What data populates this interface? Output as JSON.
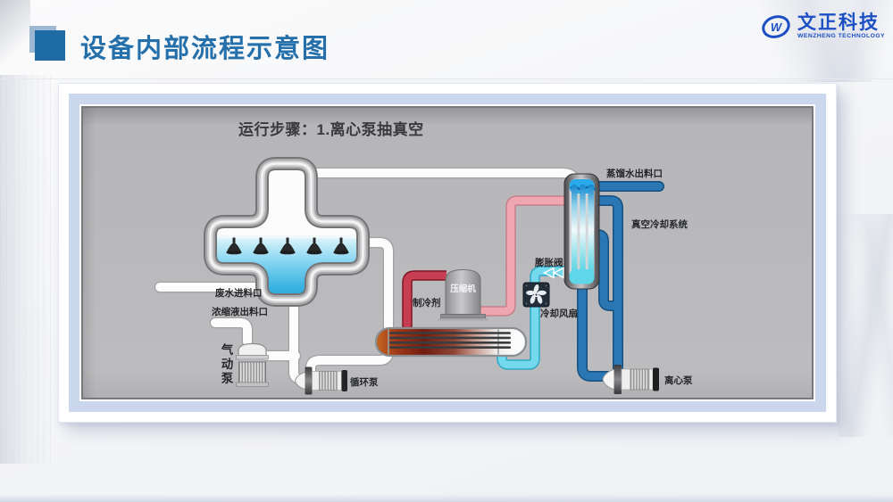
{
  "header": {
    "title": "设备内部流程示意图"
  },
  "logo": {
    "mark": "W",
    "name": "文正科技",
    "subtitle": "WENZHENG TECHNOLOGY",
    "color": "#1c4fc4"
  },
  "diagram": {
    "step_title": "运行步骤：1.离心泵抽真空",
    "labels": {
      "distilled_outlet": "蒸馏水出料口",
      "vacuum_cooling": "真空冷却系统",
      "expansion_valve": "膨胀阀",
      "cooling_fan": "冷却风扇",
      "refrigerant": "制冷剂",
      "compressor": "压缩机",
      "waste_inlet": "废水进料口",
      "concentrate_outlet": "浓缩液出料口",
      "pneumatic_pump": [
        "气",
        "动",
        "泵"
      ],
      "circulation_pump": "循环泵",
      "centrifugal_pump": "离心泵"
    },
    "colors": {
      "accent_blue": "#1e6ba5",
      "frame_blue": "#cad7ec",
      "canvas_gray": "#b9b9bb",
      "pipe_white": "#fcfcfd",
      "pipe_dark_blue": "#2a77b4",
      "pipe_cyan": "#74d9ec",
      "pipe_crimson": "#c73d52",
      "pipe_pink": "#efa6b0",
      "water_blue": "#2aa9e9",
      "heat_orange": "#c4671f"
    }
  }
}
